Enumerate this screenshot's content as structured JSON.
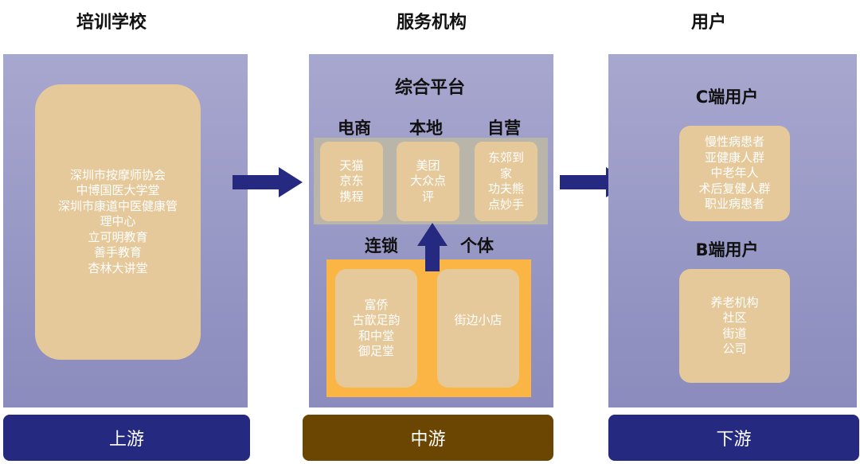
{
  "columns": {
    "upstream": {
      "heading": "培训学校",
      "card_lines": [
        "深圳市按摩师协会",
        "中博国医大学堂",
        "深圳市康道中医健康管",
        "理中心",
        "立可明教育",
        "善手教育",
        "杏林大讲堂"
      ],
      "footer": "上游"
    },
    "midstream": {
      "heading": "服务机构",
      "platform_title": "综合平台",
      "categories": [
        {
          "label": "电商",
          "lines": [
            "天猫",
            "京东",
            "携程"
          ]
        },
        {
          "label": "本地",
          "lines": [
            "美团",
            "大众点",
            "评"
          ]
        },
        {
          "label": "自营",
          "lines": [
            "东郊到",
            "家",
            "功夫熊",
            "点妙手"
          ]
        }
      ],
      "chain_label": "连锁",
      "individual_label": "个体",
      "chain_lines": [
        "富侨",
        "古歆足韵",
        "和中堂",
        "御足堂"
      ],
      "individual_lines": [
        "街边小店"
      ],
      "footer": "中游"
    },
    "downstream": {
      "heading": "用户",
      "c_title": "C端用户",
      "c_lines": [
        "慢性病患者",
        "亚健康人群",
        "中老年人",
        "术后复健人群",
        "职业病患者"
      ],
      "b_title": "B端用户",
      "b_lines": [
        "养老机构",
        "社区",
        "街道",
        "公司"
      ],
      "footer": "下游"
    }
  },
  "colors": {
    "panel_top": "#a7a7cf",
    "panel_bottom": "#8b8bbd",
    "card": "#e6c99a",
    "orange": "#fbb544",
    "gray_band": "#b9b5a8",
    "navy": "#25297f",
    "brown": "#6b4603",
    "arrow": "#25297f"
  }
}
